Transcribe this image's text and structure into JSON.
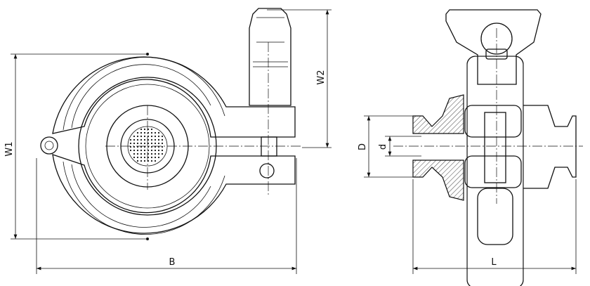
{
  "drawing": {
    "front_view": {
      "dimensions": {
        "height_overall": "W1",
        "width": "B",
        "handle_height": "W2"
      }
    },
    "side_view": {
      "dimensions": {
        "outer_diameter": "D",
        "inner_diameter": "d",
        "length": "L"
      }
    }
  }
}
